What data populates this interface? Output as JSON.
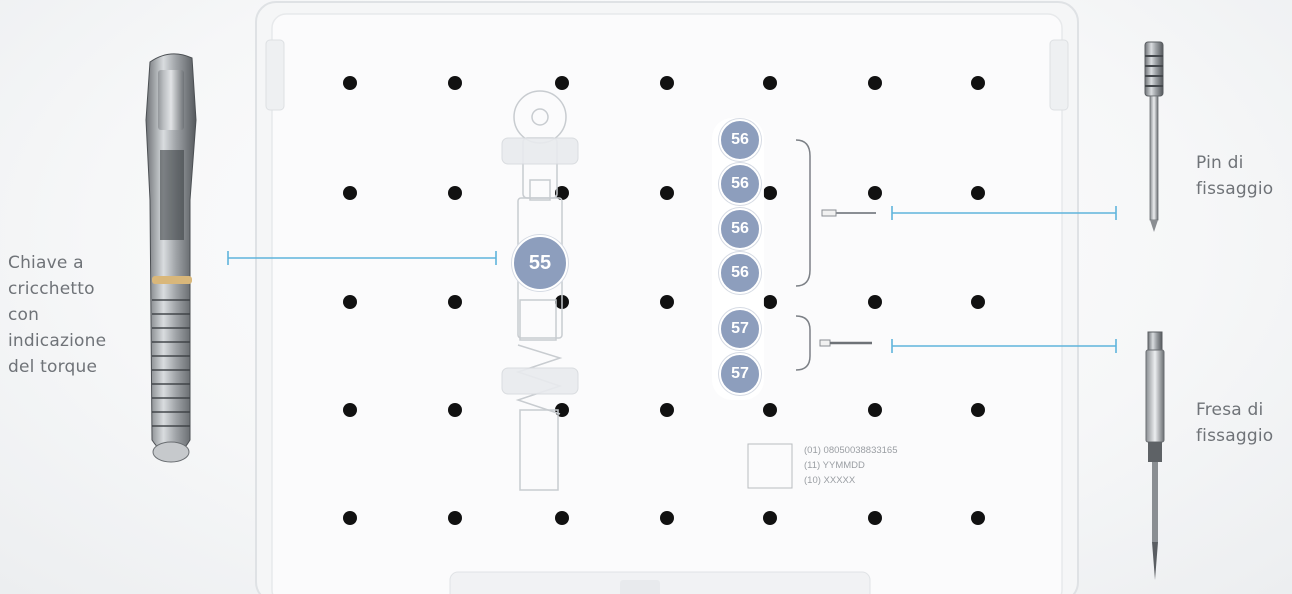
{
  "labels": {
    "ratchet_wrench": "Chiave a\ncricchetto\ncon\nindicazione\ndel torque",
    "fixation_pin": "Pin di\nfissaggio",
    "fixation_drill": "Fresa di\nfissaggio"
  },
  "badges": {
    "ratchet": "55",
    "pin_1": "56",
    "pin_2": "56",
    "pin_3": "56",
    "pin_4": "56",
    "drill_1": "57",
    "drill_2": "57"
  },
  "udi": {
    "line_1": "(01) 08050038833165",
    "line_2": "(11) YYMMDD",
    "line_3": "(10) XXXXX"
  },
  "colors": {
    "leader_line": "#5fb4dc",
    "badge_fill": "#8d9ebd",
    "label_text": "#6f7378",
    "tray_hole": "#111111"
  }
}
